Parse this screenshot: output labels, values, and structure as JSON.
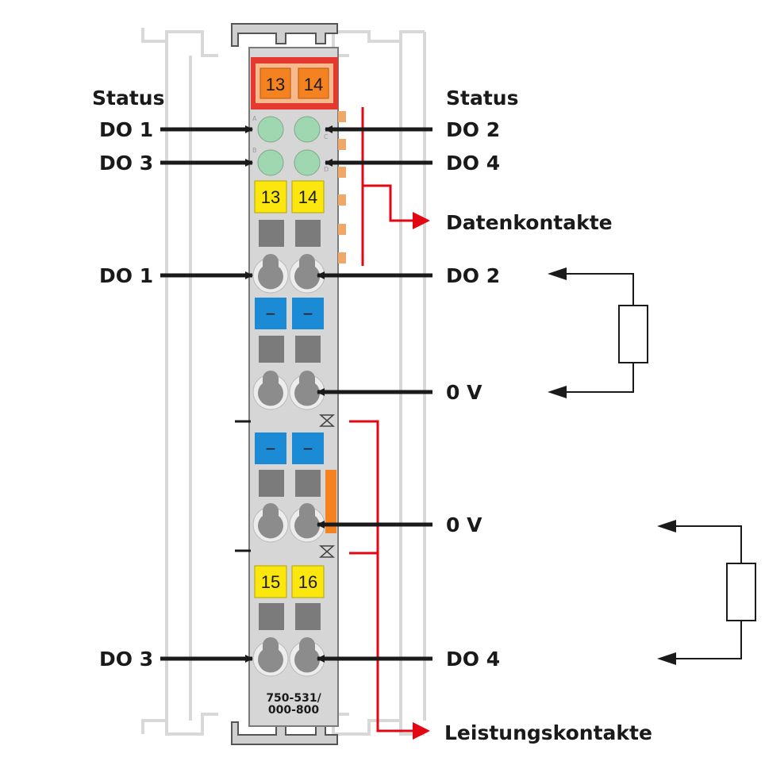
{
  "colors": {
    "housing": "#d6d6d6",
    "housing_edge": "#7a7a7a",
    "ghost_outline": "#d8d8d8",
    "header_red": "#e5392f",
    "orange": "#f58220",
    "yellow": "#fbe70e",
    "blue": "#1b8bd6",
    "led_green": "#9fd8b0",
    "contact_grey": "#7b7b7b",
    "clamp_grey": "#8c8c8c",
    "arrow": "#1a1a1a",
    "red_line": "#e30613"
  },
  "module": {
    "header_markers": [
      "13",
      "14"
    ],
    "led_letters": [
      "A",
      "C",
      "B",
      "D"
    ],
    "markers_top": [
      "13",
      "14"
    ],
    "markers_bottom": [
      "15",
      "16"
    ],
    "blue_marker_symbol": "−",
    "part_number_line1": "750-531/",
    "part_number_line2": "000-800"
  },
  "labels": {
    "status_left": "Status",
    "status_right": "Status",
    "led_do1": "DO 1",
    "led_do2": "DO 2",
    "led_do3": "DO 3",
    "led_do4": "DO 4",
    "data_contacts": "Datenkontakte",
    "clamp_do1": "DO 1",
    "clamp_do2": "DO 2",
    "zero_v_1": "0 V",
    "zero_v_2": "0 V",
    "clamp_do3": "DO 3",
    "clamp_do4": "DO 4",
    "power_contacts": "Leistungskontakte"
  }
}
